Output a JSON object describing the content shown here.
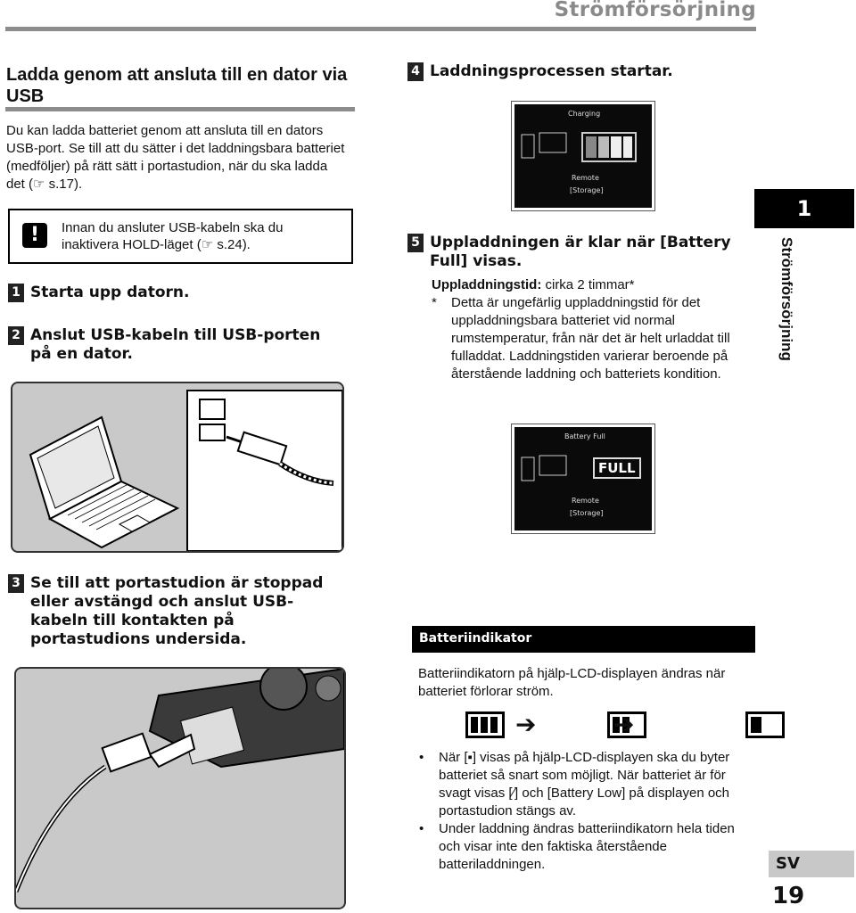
{
  "header": {
    "title": "Strömförsörjning"
  },
  "left": {
    "section_title": "Ladda genom att ansluta till en dator via USB",
    "intro": "Du kan ladda batteriet genom att ansluta till en dators USB-port. Se till att du sätter i det laddningsbara batteriet (medföljer) på rätt sätt i portastudion, när du ska ladda det (☞ s.17).",
    "warning": "Innan du ansluter USB-kabeln ska du inaktivera HOLD-läget (☞ s.24).",
    "step1": {
      "num": "1",
      "text": "Starta upp datorn."
    },
    "step2": {
      "num": "2",
      "text": "Anslut USB-kabeln till USB-porten på en dator."
    },
    "step3": {
      "num": "3",
      "text": "Se till att portastudion är stoppad eller avstängd och anslut USB-kabeln till kontakten på portastudions undersida."
    }
  },
  "right": {
    "step4": {
      "num": "4",
      "text": "Laddningsprocessen startar."
    },
    "screen1": {
      "title": "Charging",
      "remote": "Remote",
      "storage": "[Storage]"
    },
    "step5": {
      "num": "5",
      "text": "Uppladdningen är klar när [Battery Full] visas."
    },
    "charge_time_label": "Uppladdningstid:",
    "charge_time_value": "cirka 2 timmar*",
    "note": "Detta är ungefärlig uppladdningstid för det uppladdningsbara batteriet vid normal rumstemperatur, från när det är helt urladdat till fulladdat. Laddningstiden varierar beroende på återstående laddning och batteriets kondition.",
    "note_marker": "*",
    "screen2": {
      "title": "Battery Full",
      "full": "FULL",
      "remote": "Remote",
      "storage": "[Storage]"
    },
    "panel_title": "Batteriindikator",
    "panel_text": "Batteriindikatorn på hjälp-LCD-displayen ändras när batteriet förlorar ström.",
    "bullet1": "När [▪] visas på hjälp-LCD-displayen ska du byter batteriet så snart som möjligt. När batteriet är för svagt visas [⁄] och [Battery Low] på displayen och portastudion stängs av.",
    "bullet2": "Under laddning ändras batteriindikatorn hela tiden och visar inte den faktiska återstående batteriladdningen."
  },
  "side": {
    "chapter": "1",
    "chapter_title": "Strömförsörjning",
    "lang": "SV",
    "page": "19"
  }
}
